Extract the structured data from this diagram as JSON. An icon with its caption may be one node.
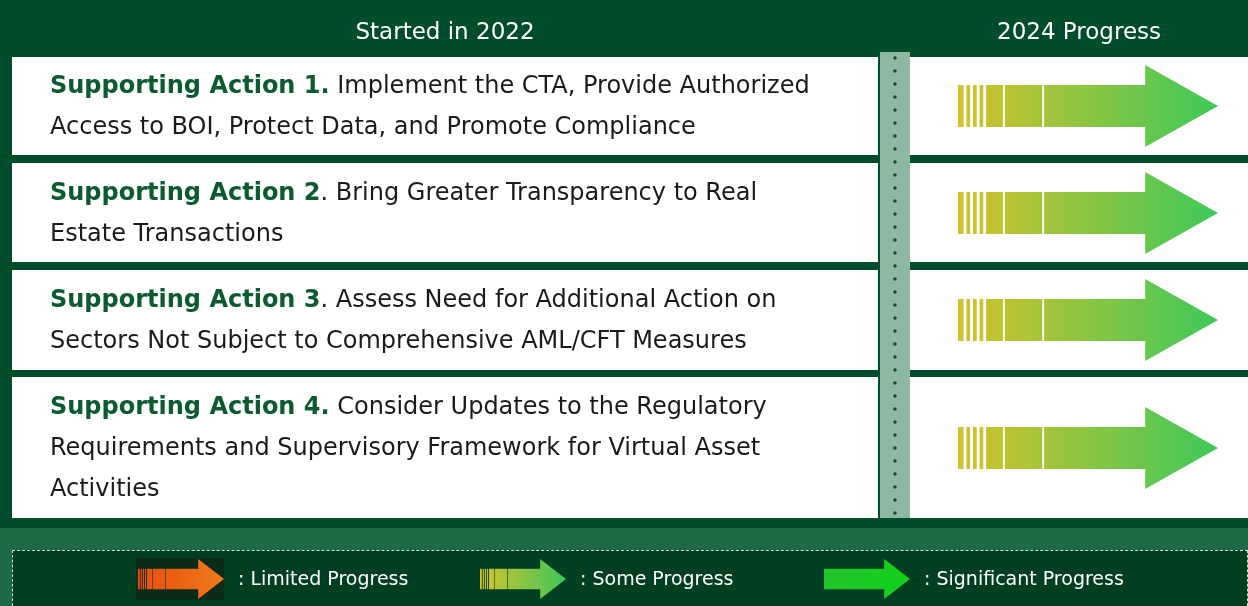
{
  "diagram": {
    "nodes": [
      {
        "text": [
          "**Supporting Action 1.** Implement the CTA, Provide Authorized Access to BOI, Protect Data, and Promote Compliance"
        ]
      },
      {
        "text": [
          "**Supporting Action 2**. Bring Greater Transparency to Real Estate Transactions"
        ]
      },
      {
        "text": [
          "**Supporting Action 3**. Assess Need for Additional Action on Sectors Not Subject to Comprehensive AML/CFT Measures"
        ]
      },
      {
        "text": [
          "**Supporting Action 4.** Consider Updates to the Regulatory Requirements and Supervisory Framework for Virtual Asset Activities"
        ]
      }
    ],
    "labels": [
      "Started in 2022",
      "2024 Progress"
    ],
    "legend": [
      {
        "text": ": Limited Progress"
      },
      {
        "text": ": Some Progress"
      },
      {
        "text": ": Significant Progress"
      }
    ]
  }
}
